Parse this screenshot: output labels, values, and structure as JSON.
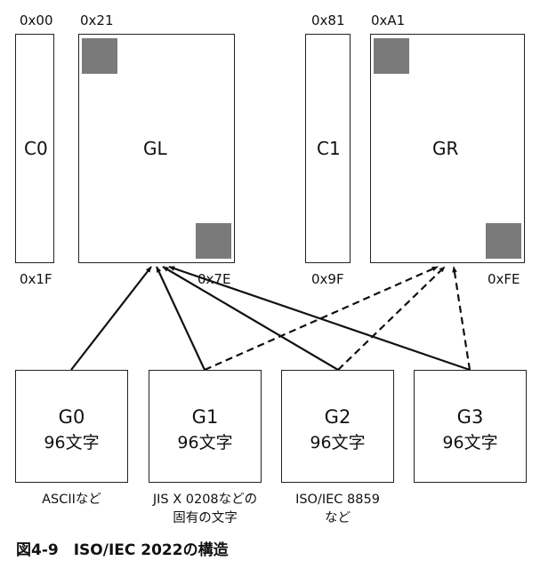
{
  "regions": {
    "c0": {
      "label": "C0",
      "start": "0x00",
      "end": "0x1F"
    },
    "gl": {
      "label": "GL",
      "start": "0x21",
      "end": "0x7E"
    },
    "c1": {
      "label": "C1",
      "start": "0x81",
      "end": "0x9F"
    },
    "gr": {
      "label": "GR",
      "start": "0xA1",
      "end": "0xFE"
    }
  },
  "sets": [
    {
      "name": "G0",
      "count": "96文字",
      "caption": [
        "ASCIIなど"
      ]
    },
    {
      "name": "G1",
      "count": "96文字",
      "caption": [
        "JIS X 0208などの",
        "固有の文字"
      ]
    },
    {
      "name": "G2",
      "count": "96文字",
      "caption": [
        "ISO/IEC 8859",
        "など"
      ]
    },
    {
      "name": "G3",
      "count": "96文字",
      "caption": []
    }
  ],
  "figure": {
    "title": "図4-9　ISO/IEC 2022の構造"
  },
  "colors": {
    "line": "#111111",
    "shade": "#7a7a7a",
    "box_border": "#222222"
  }
}
